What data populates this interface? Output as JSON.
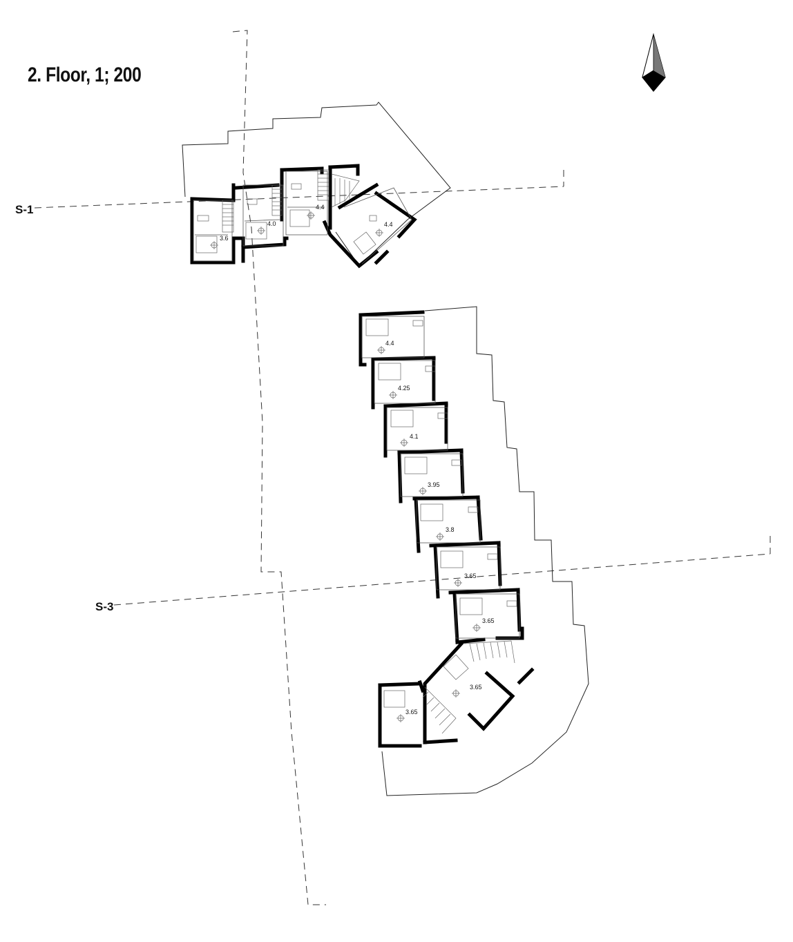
{
  "title": "2. Floor, 1; 200",
  "sections": [
    "S-1",
    "S-3"
  ],
  "rooms": [
    {
      "label": "3.6"
    },
    {
      "label": "4.0"
    },
    {
      "label": "4.4"
    },
    {
      "label": "4.4"
    },
    {
      "label": "4.4"
    },
    {
      "label": "4.25"
    },
    {
      "label": "4.1"
    },
    {
      "label": "3.95"
    },
    {
      "label": "3.8"
    },
    {
      "label": "3.65"
    },
    {
      "label": "3.65"
    },
    {
      "label": "3.65"
    },
    {
      "label": "3.65"
    }
  ],
  "north_arrow": "north-arrow-icon"
}
